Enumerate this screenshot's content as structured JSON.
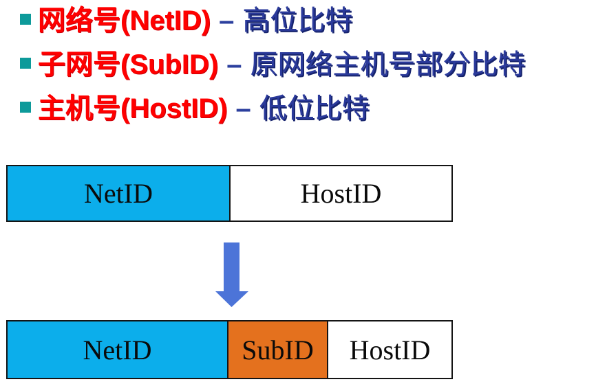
{
  "slide": {
    "bullets": [
      {
        "term": "网络号(NetID)",
        "separator": "–",
        "desc": "高位比特"
      },
      {
        "term": "子网号(SubID)",
        "separator": "–",
        "desc": "原网络主机号部分比特"
      },
      {
        "term": "主机号(HostID)",
        "separator": "–",
        "desc": "低位比特"
      }
    ],
    "diagram": {
      "before_bar": {
        "cells": [
          {
            "label": "NetID",
            "color": "#0CAEEB"
          },
          {
            "label": "HostID",
            "color": "#FFFFFF"
          }
        ]
      },
      "arrow": {
        "direction": "down",
        "color": "#4C74D8"
      },
      "after_bar": {
        "cells": [
          {
            "label": "NetID",
            "color": "#0CAEEB"
          },
          {
            "label": "SubID",
            "color": "#E4711E"
          },
          {
            "label": "HostID",
            "color": "#FFFFFF"
          }
        ]
      }
    },
    "colors": {
      "bullet_marker_teal": "#0D9A9A",
      "term_red": "#FF0000",
      "desc_blue": "#2B3A9B",
      "netid_cyan": "#0CAEEB",
      "subid_orange": "#E4711E",
      "arrow_blue": "#4C74D8",
      "border_black": "#141414"
    }
  }
}
